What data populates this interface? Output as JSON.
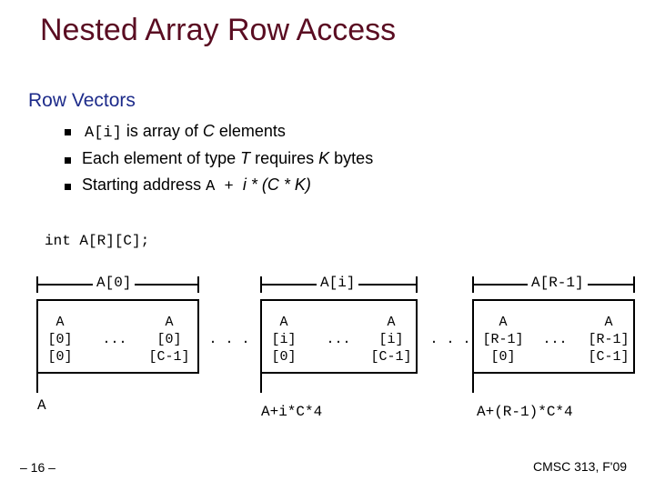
{
  "title": "Nested Array Row Access",
  "subtitle": "Row Vectors",
  "bullets": {
    "b1_code": "A[i]",
    "b1_text": " is array of ",
    "b1_italic": "C",
    "b1_end": " elements",
    "b2_text": "Each element of type ",
    "b2_t": "T",
    "b2_mid": " requires ",
    "b2_k": "K",
    "b2_end": " bytes",
    "b3_text": "Starting address ",
    "b3_code": "A + ",
    "b3_expr": " i * (C * K)"
  },
  "declaration": "int A[R][C];",
  "rows": {
    "r0": "A[0]",
    "ri": "A[i]",
    "rlast": "A[R-1]"
  },
  "cells": {
    "c00": [
      "A",
      "[0]",
      "[0]"
    ],
    "c0c": [
      "A",
      "[0]",
      "[C-1]"
    ],
    "ci0": [
      "A",
      "[i]",
      "[0]"
    ],
    "cic": [
      "A",
      "[i]",
      "[C-1]"
    ],
    "cr0": [
      "A",
      "[R-1]",
      "[0]"
    ],
    "crc": [
      "A",
      "[R-1]",
      "[C-1]"
    ]
  },
  "ellipsis": "...",
  "ellipsis_spaced": ". . .",
  "addresses": {
    "a0": "A",
    "ai": "A+i*C*4",
    "ar": "A+(R-1)*C*4"
  },
  "footer": {
    "page": "– 16 –",
    "course": "CMSC 313, F'09"
  }
}
